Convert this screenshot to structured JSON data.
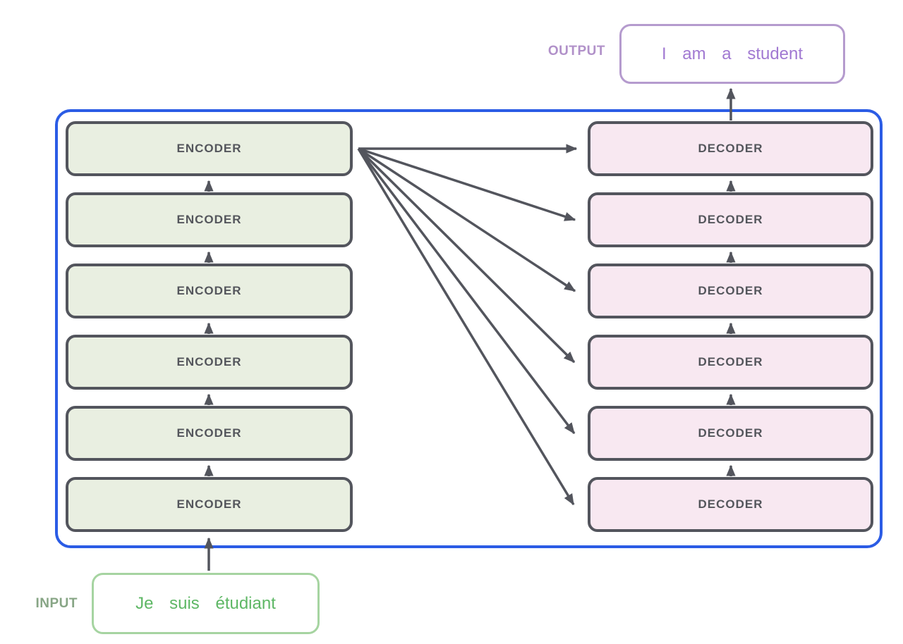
{
  "diagram": {
    "labels": {
      "output": "OUTPUT",
      "input": "INPUT"
    },
    "output_sentence": "I am a student",
    "input_sentence": "Je suis étudiant",
    "encoders": [
      "ENCODER",
      "ENCODER",
      "ENCODER",
      "ENCODER",
      "ENCODER",
      "ENCODER"
    ],
    "decoders": [
      "DECODER",
      "DECODER",
      "DECODER",
      "DECODER",
      "DECODER",
      "DECODER"
    ],
    "colors": {
      "container_border": "#2b5ce5",
      "box_border": "#53555d",
      "box_label": "#54565c",
      "arrow": "#53555d",
      "encoder_fill": "#e9efe1",
      "decoder_fill": "#f8e8f1",
      "output_box_border": "#b59bce",
      "output_text": "#a179d2",
      "output_label": "#b191c9",
      "input_box_border": "#a6d4a1",
      "input_text": "#5eb765",
      "input_label": "#87a585"
    }
  }
}
